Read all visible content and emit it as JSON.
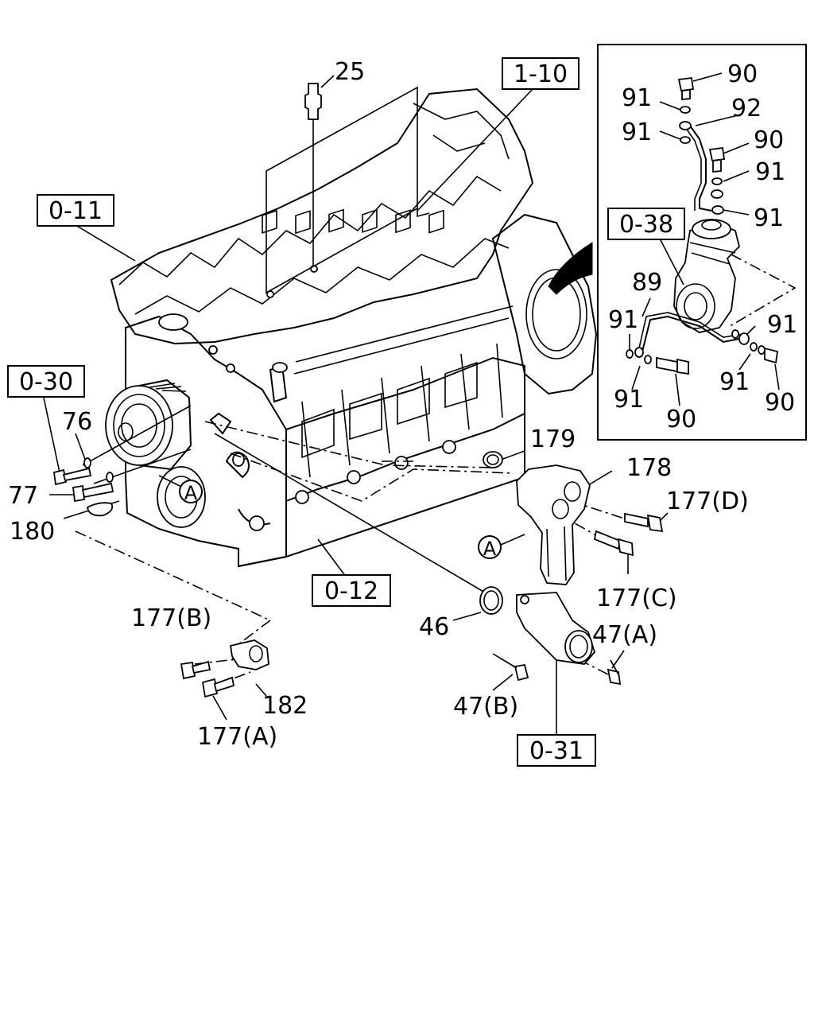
{
  "references": {
    "r_1_10": "1-10",
    "r_0_11": "0-11",
    "r_0_30": "0-30",
    "r_0_12": "0-12",
    "r_0_31": "0-31",
    "r_0_38": "0-38"
  },
  "parts": {
    "p25": "25",
    "p76": "76",
    "p77": "77",
    "p180": "180",
    "p179": "179",
    "p178": "178",
    "p177d": "177(D)",
    "p177c": "177(C)",
    "p177b": "177(B)",
    "p177a": "177(A)",
    "p182": "182",
    "p46": "46",
    "p47a": "47(A)",
    "p47b": "47(B)",
    "inset_90_top": "90",
    "inset_91_a": "91",
    "inset_92": "92",
    "inset_91_b": "91",
    "inset_90_mid": "90",
    "inset_91_c": "91",
    "inset_91_d": "91",
    "inset_89": "89",
    "inset_91_e": "91",
    "inset_91_f": "91",
    "inset_91_g": "91",
    "inset_90_bl": "90",
    "inset_91_h": "91",
    "inset_90_br": "90"
  },
  "markers": {
    "circle_a_left": "A",
    "circle_a_right": "A"
  }
}
